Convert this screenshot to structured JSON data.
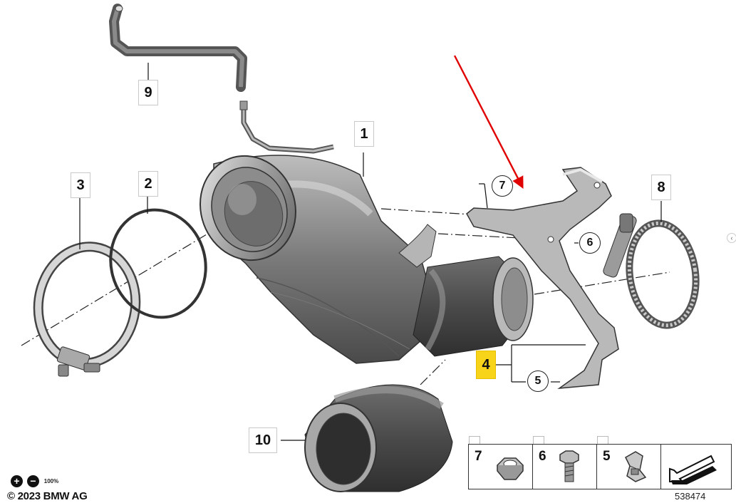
{
  "diagram": {
    "copyright": "© 2023 BMW AG",
    "diagram_number": "538474",
    "callouts": {
      "c1": "1",
      "c2": "2",
      "c3": "3",
      "c4": "4",
      "c5": "5",
      "c6": "6",
      "c7": "7",
      "c8": "8",
      "c9": "9",
      "c10": "10"
    },
    "legend": [
      {
        "number": "7",
        "icon": "nut-icon"
      },
      {
        "number": "6",
        "icon": "bolt-icon"
      },
      {
        "number": "5",
        "icon": "clip-nut-icon"
      },
      {
        "number": "",
        "icon": "direction-arrow-icon"
      }
    ],
    "highlight_color": "#f7d31a",
    "annotation_arrow_color": "#e00000"
  },
  "zoom": {
    "zoom_in": "+",
    "zoom_out": "−",
    "reset": "100%"
  },
  "side_handle": "‹"
}
